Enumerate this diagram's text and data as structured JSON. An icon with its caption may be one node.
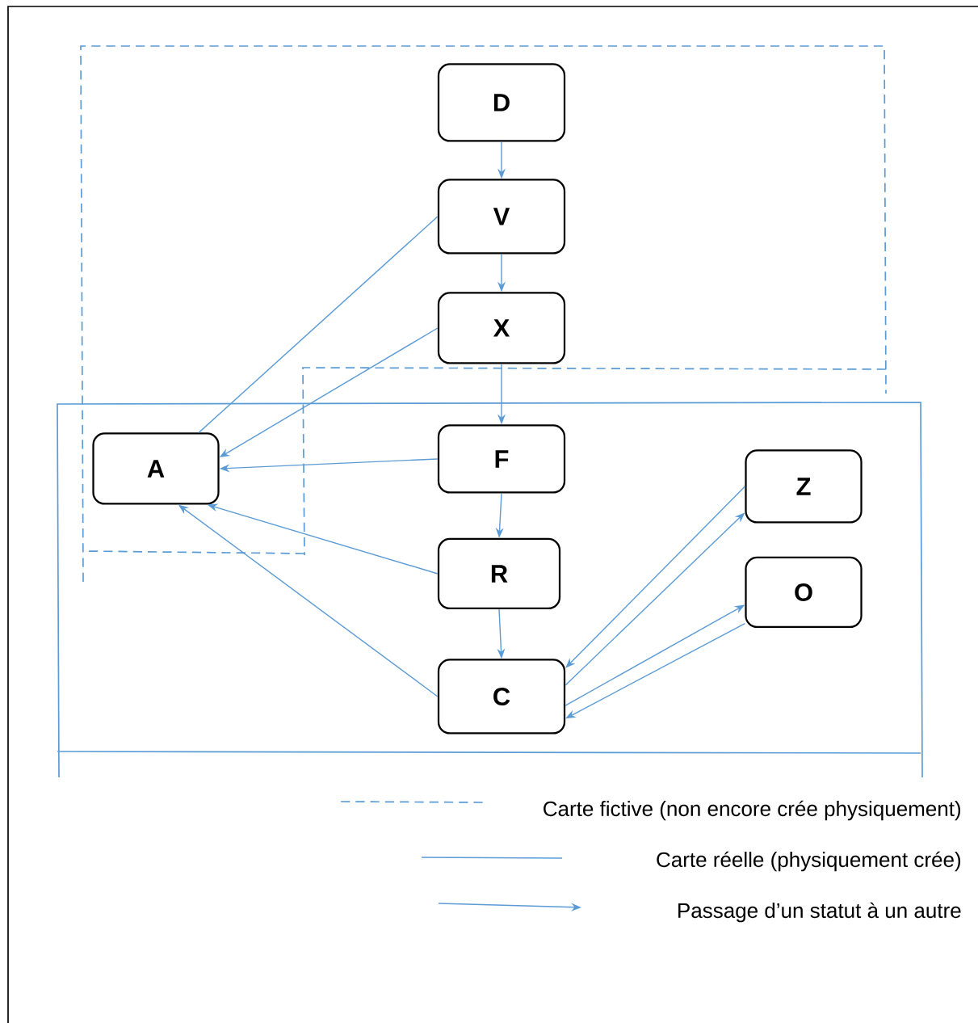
{
  "diagram": {
    "nodes": [
      {
        "text": [
          "D"
        ]
      },
      {
        "text": [
          "V"
        ]
      },
      {
        "text": [
          "X"
        ]
      },
      {
        "text": [
          "F"
        ]
      },
      {
        "text": [
          "R"
        ]
      },
      {
        "text": [
          "C"
        ]
      },
      {
        "text": [
          "A"
        ]
      },
      {
        "text": [
          "Z"
        ]
      },
      {
        "text": [
          "O"
        ]
      }
    ],
    "edges": [
      {
        "from": 0,
        "to": 1,
        "arrow": "to"
      },
      {
        "from": 1,
        "to": 2,
        "arrow": "to"
      },
      {
        "from": 2,
        "to": 3,
        "arrow": "to"
      },
      {
        "from": 3,
        "to": 4,
        "arrow": "to"
      },
      {
        "from": 4,
        "to": 5,
        "arrow": "to"
      },
      {
        "from": 1,
        "to": 6,
        "arrow": "none"
      },
      {
        "from": 2,
        "to": 6,
        "arrow": "to"
      },
      {
        "from": 3,
        "to": 6,
        "arrow": "to"
      },
      {
        "from": 4,
        "to": 6,
        "arrow": "to"
      },
      {
        "from": 5,
        "to": 6,
        "arrow": "to"
      },
      {
        "from": 5,
        "to": 7,
        "arrow": "to"
      },
      {
        "from": 7,
        "to": 5,
        "arrow": "to"
      },
      {
        "from": 5,
        "to": 8,
        "arrow": "to"
      },
      {
        "from": 8,
        "to": 5,
        "arrow": "to"
      }
    ],
    "legend": [
      {
        "text": "Carte fictive (non encore crée physiquement)"
      },
      {
        "text": "Carte réelle (physiquement crée)"
      },
      {
        "text": "Passage d’un statut à un autre"
      }
    ]
  }
}
